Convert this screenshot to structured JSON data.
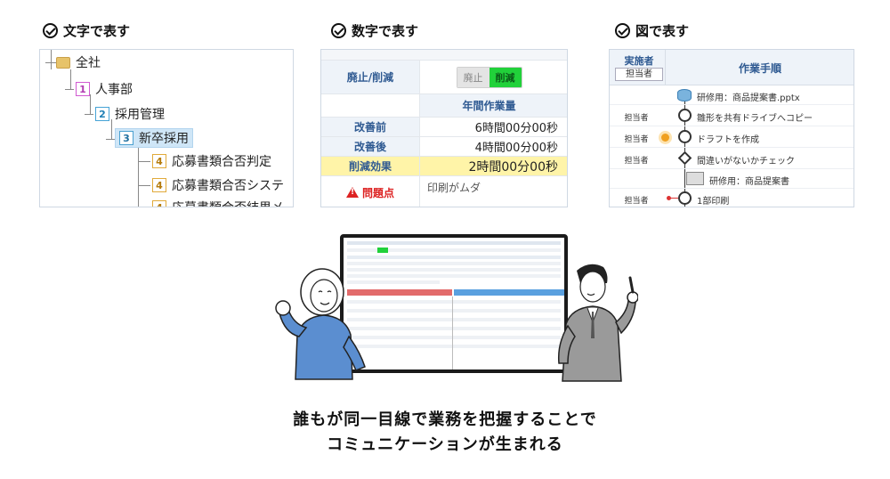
{
  "sections": [
    {
      "heading": "文字で表す"
    },
    {
      "heading": "数字で表す"
    },
    {
      "heading": "図で表す"
    }
  ],
  "tree": {
    "nodes": [
      {
        "label": "全社",
        "level": ""
      },
      {
        "label": "人事部",
        "level": "1"
      },
      {
        "label": "採用管理",
        "level": "2"
      },
      {
        "label": "新卒採用",
        "level": "3"
      },
      {
        "label": "応募書類合否判定",
        "level": "4"
      },
      {
        "label": "応募書類合否システ",
        "level": "4"
      },
      {
        "label": "応募書類合否結果メ",
        "level": "4"
      }
    ]
  },
  "numbers": {
    "toggle_row_label": "廃止/削減",
    "toggle_off": "廃止",
    "toggle_on": "削減",
    "section_title": "年間作業量",
    "rows": [
      {
        "label": "改善前",
        "value": "6時間00分00秒"
      },
      {
        "label": "改善後",
        "value": "4時間00分00秒"
      },
      {
        "label": "削減効果",
        "value": "2時間00分00秒"
      }
    ],
    "issue_label": "問題点",
    "issue_text": "印刷がムダ"
  },
  "diagram": {
    "col_executor": "実施者",
    "col_assignee_btn": "担当者",
    "col_steps": "作業手順",
    "steps": [
      {
        "assignee": "",
        "label": "研修用：商品提案書.pptx"
      },
      {
        "assignee": "担当者",
        "label": "雛形を共有ドライブへコピー"
      },
      {
        "assignee": "担当者",
        "label": "ドラフトを作成"
      },
      {
        "assignee": "担当者",
        "label": "間違いがないかチェック"
      },
      {
        "assignee": "",
        "label": "研修用：商品提案書"
      },
      {
        "assignee": "担当者",
        "label": "1部印刷"
      }
    ]
  },
  "caption": {
    "line1": "誰もが同一目線で業務を把握することで",
    "line2": "コミュニケーションが生まれる"
  },
  "colors": {
    "accent_blue": "#2f5a92",
    "toggle_green": "#21d13a",
    "highlight_yellow": "#fff4a8",
    "warning_red": "#dd2222"
  }
}
